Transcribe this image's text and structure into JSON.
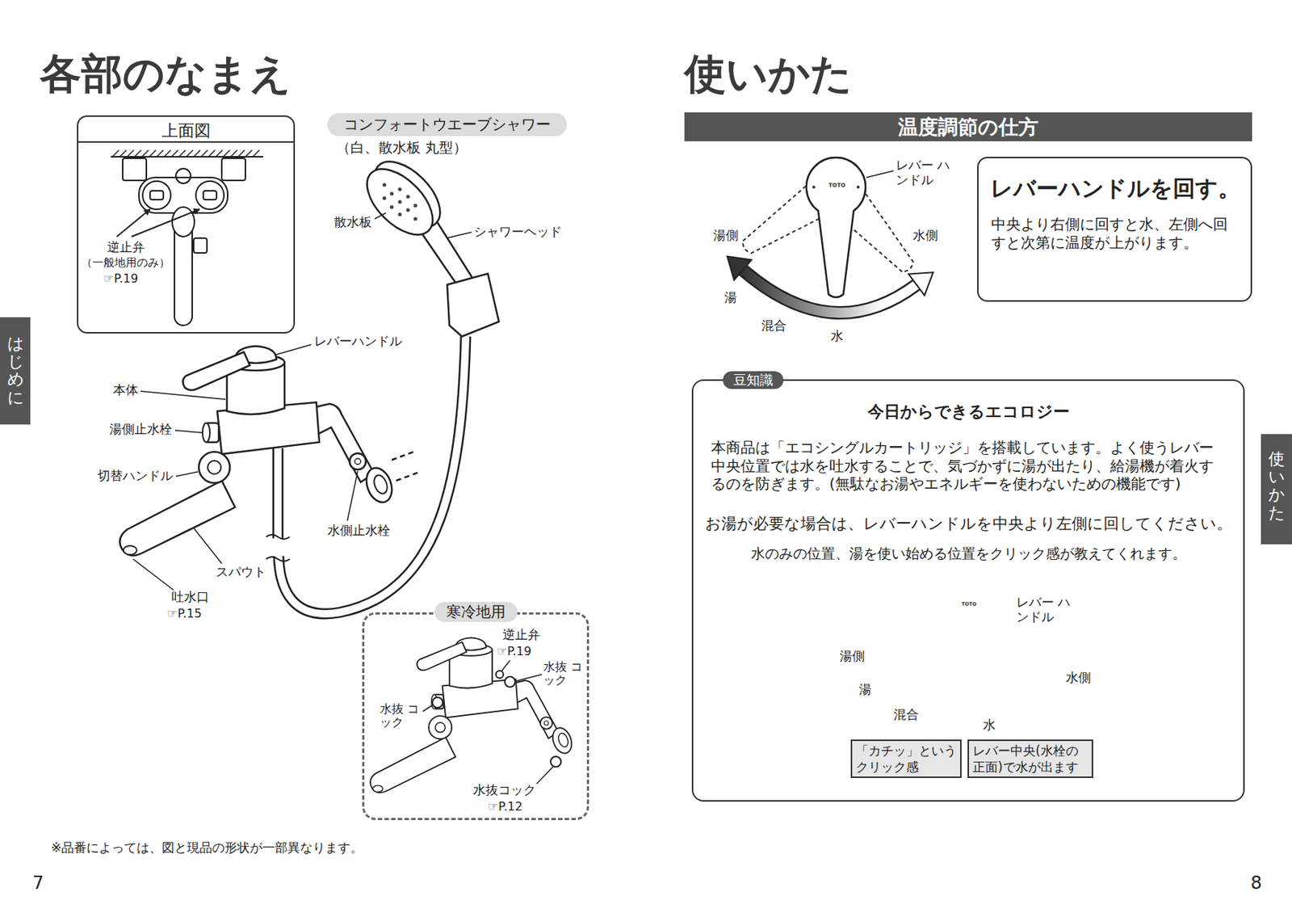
{
  "diagram": {
    "title": "各部のなまえ",
    "nodes": [
      {
        "text": [
          "上面図"
        ]
      },
      {
        "text": [
          "コンフォートウエーブシャワー"
        ]
      },
      {
        "text": [
          "寒冷地用"
        ]
      },
      {
        "text": [
          "はじめに"
        ]
      },
      {
        "text": [
          "温度調節の仕方"
        ]
      },
      {
        "text": [
          "レバーハンドルを回す。",
          "中央より右側に回すと水、左側へ回 すと次第に温度が上がります。"
        ]
      },
      {
        "text": [
          "豆知識",
          "今日からできるエコロジー",
          "本商品は「エコシングルカートリッジ」を搭載しています。よく使うレバー 中央位置では水を吐水することで、気づかずに湯が出たり、給湯機が着火す るのを防ぎます。(無駄なお湯やエネルギーを使わないための機能です)",
          "お湯が必要な場合は、レバーハンドルを中央より左側に回してください。",
          "水のみの位置、湯を使い始める位置をクリック感が教えてくれます。"
        ]
      },
      {
        "text": [
          "「カチッ」という クリック感"
        ],
        "in": 6
      },
      {
        "text": [
          "レバー中央(水栓の 正面)で水が出ます"
        ],
        "in": 6
      },
      {
        "text": [
          "使いかた"
        ]
      }
    ],
    "labels": [
      "使いかた",
      "逆止弁",
      "（一般地用のみ）",
      "☞P.19",
      "（白、散水板 丸型）",
      "散水板",
      "シャワーヘッド",
      "レバーハンドル",
      "本体",
      "湯側止水栓",
      "切替ハンドル",
      "水側止水栓",
      "スパウト",
      "吐水口",
      "☞P.15",
      "逆止弁",
      "☞P.19",
      "水抜 コック",
      "水抜 コック",
      "水抜コック",
      "☞P.12",
      "※品番によっては、図と現品の形状が一部異なります。",
      "7",
      "8",
      "TOTO",
      "レバー ハンドル",
      "湯側",
      "水側",
      "湯",
      "混合",
      "水",
      "TOTO",
      "レバー ハンドル",
      "湯側",
      "水側",
      "湯",
      "混合",
      "水"
    ]
  }
}
